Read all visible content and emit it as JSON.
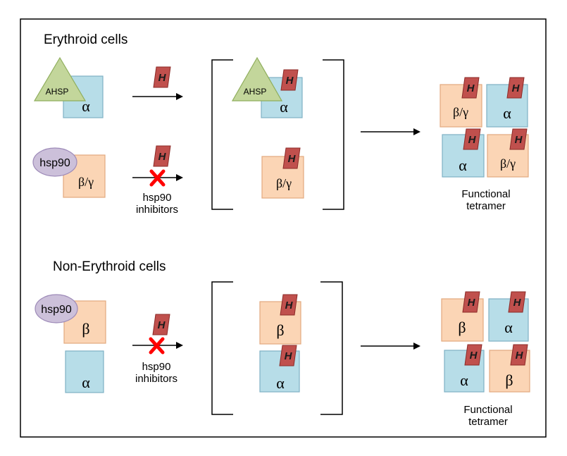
{
  "colors": {
    "alpha_fill": "#b7dde8",
    "alpha_stroke": "#7fb1c4",
    "beta_fill": "#fbd5b5",
    "beta_stroke": "#e2a97e",
    "ahsp_fill": "#c3d69b",
    "ahsp_stroke": "#8fae5c",
    "hsp90_fill": "#ccc0da",
    "hsp90_stroke": "#9d8ab8",
    "heme_fill": "#c0504d",
    "heme_stroke": "#8c2b28",
    "heme_text": "#1a1a1a",
    "block_x": "#ff0000",
    "frame": "#000000"
  },
  "erythroid": {
    "title": "Erythroid cells",
    "ahsp_label": "AHSP",
    "alpha_label": "α",
    "hsp90_label": "hsp90",
    "betagamma_label": "β/γ",
    "heme_label": "H",
    "inhibitor_line1": "hsp90",
    "inhibitor_line2": "inhibitors",
    "complex_ahsp_label": "AHSP",
    "complex_alpha_label": "α",
    "complex_betagamma_label": "β/γ",
    "tetramer": {
      "top_left": "β/γ",
      "top_right": "α",
      "bottom_left": "α",
      "bottom_right": "β/γ"
    },
    "tetramer_caption_line1": "Functional",
    "tetramer_caption_line2": "tetramer"
  },
  "non_erythroid": {
    "title": "Non-Erythroid cells",
    "hsp90_label": "hsp90",
    "beta_label": "β",
    "alpha_label": "α",
    "heme_label": "H",
    "inhibitor_line1": "hsp90",
    "inhibitor_line2": "inhibitors",
    "complex_beta_label": "β",
    "complex_alpha_label": "α",
    "tetramer": {
      "top_left": "β",
      "top_right": "α",
      "bottom_left": "α",
      "bottom_right": "β"
    },
    "tetramer_caption_line1": "Functional",
    "tetramer_caption_line2": "tetramer"
  }
}
